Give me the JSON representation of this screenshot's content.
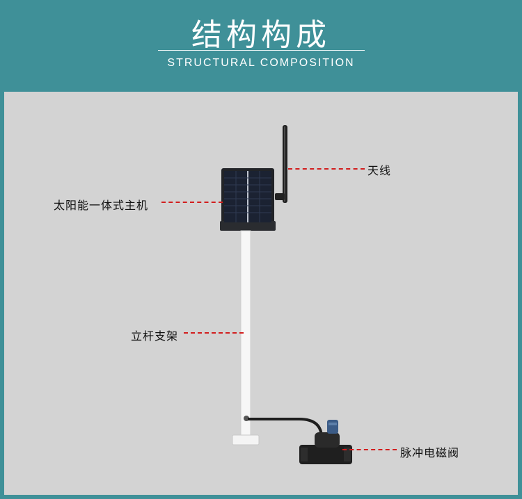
{
  "header": {
    "title_cn": "结构构成",
    "title_en": "STRUCTURAL COMPOSITION"
  },
  "labels": {
    "antenna": "天线",
    "solar_host": "太阳能一体式主机",
    "pole_bracket": "立杆支架",
    "pulse_valve": "脉冲电磁阀"
  },
  "colors": {
    "header_bg": "#3f9098",
    "panel_bg": "#d3d3d3",
    "leader_line": "#d21d1d"
  }
}
